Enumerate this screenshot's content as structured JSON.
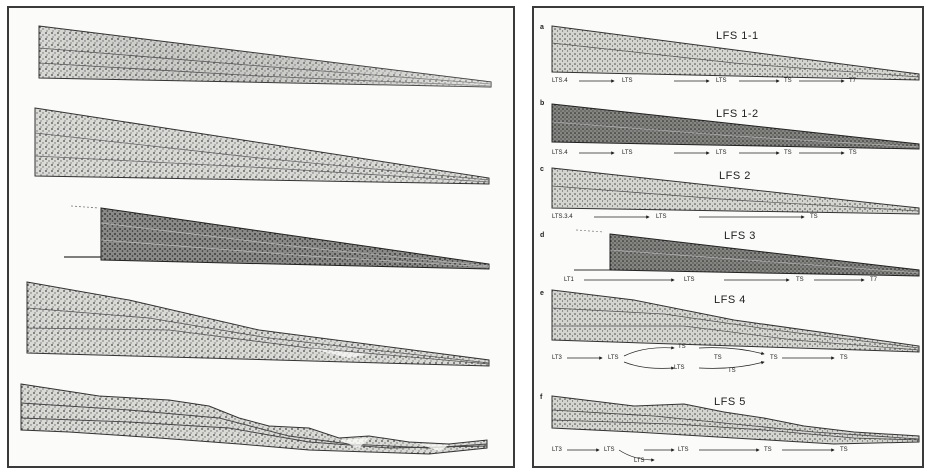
{
  "right_panel": {
    "diagrams": [
      {
        "letter": "a",
        "title": "LFS 1-1",
        "sequence": [
          "LTS.4",
          "LTS",
          "LTS",
          "TS",
          "T7"
        ]
      },
      {
        "letter": "b",
        "title": "LFS 1-2",
        "sequence": [
          "LTS.4",
          "LTS",
          "LTS",
          "TS",
          "TS"
        ]
      },
      {
        "letter": "c",
        "title": "LFS 2",
        "sequence": [
          "LTS.3.4",
          "LTS",
          "TS"
        ]
      },
      {
        "letter": "d",
        "title": "LFS 3",
        "sequence": [
          "LT1",
          "LTS",
          "TS",
          "T7"
        ]
      },
      {
        "letter": "e",
        "title": "LFS 4",
        "sequence": [
          "LT3",
          "LTS",
          "TS",
          "TS",
          "LTS",
          "TS",
          "TS",
          "TS"
        ]
      },
      {
        "letter": "f",
        "title": "LFS 5",
        "sequence": [
          "LT3",
          "LTS",
          "LTS",
          "LTS",
          "TS",
          "TS"
        ]
      }
    ]
  }
}
